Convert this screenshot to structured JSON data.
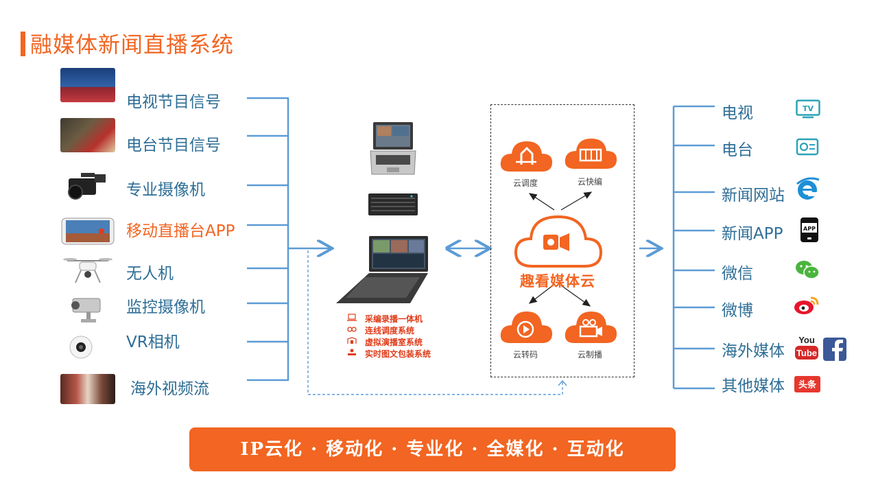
{
  "title": "融媒体新闻直播系统",
  "inputs": [
    {
      "label": "电视节目信号"
    },
    {
      "label": "电台节目信号"
    },
    {
      "label": "专业摄像机"
    },
    {
      "label": "移动直播台APP"
    },
    {
      "label": "无人机"
    },
    {
      "label": "监控摄像机"
    },
    {
      "label": "VR相机"
    },
    {
      "label": "海外视频流"
    }
  ],
  "legend": [
    {
      "label": "采编录播一体机"
    },
    {
      "label": "连线调度系统"
    },
    {
      "label": "虚拟演播室系统"
    },
    {
      "label": "实时图文包装系统"
    }
  ],
  "cloud": {
    "main_label": "趣看媒体云",
    "dispatch_label": "云调度",
    "edit_label": "云快编",
    "transcode_label": "云转码",
    "produce_label": "云制播"
  },
  "outputs": [
    {
      "label": "电视",
      "icon_text": "TV"
    },
    {
      "label": "电台"
    },
    {
      "label": "新闻网站"
    },
    {
      "label": "新闻APP",
      "icon_text": "APP"
    },
    {
      "label": "微信"
    },
    {
      "label": "微博"
    },
    {
      "label": "海外媒体",
      "icon_text": "You Tube"
    },
    {
      "label": "其他媒体",
      "icon_text": "头条"
    }
  ],
  "banner": "IP云化 · 移动化 · 专业化 · 全媒化 · 互动化",
  "colors": {
    "accent": "#f26522",
    "line": "#5b9bd5",
    "text": "#2e6e96"
  }
}
